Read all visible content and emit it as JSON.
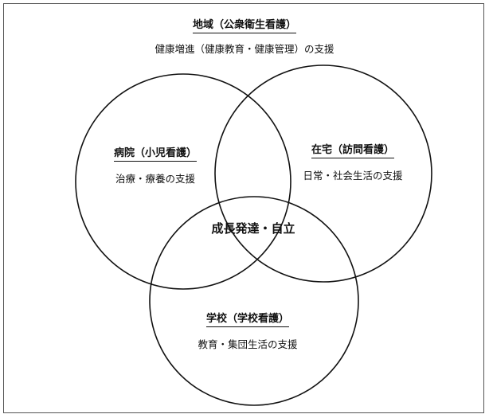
{
  "community": {
    "title": "地域（公衆衛生看護）",
    "description": "健康増進（健康教育・健康管理）の支援"
  },
  "hospital": {
    "title": "病院（小児看護）",
    "description": "治療・療養の支援"
  },
  "home": {
    "title": "在宅（訪問看護）",
    "description": "日常・社会生活の支援"
  },
  "school": {
    "title": "学校（学校看護）",
    "description": "教育・集団生活の支援"
  },
  "center": {
    "label": "成長発達・自立"
  },
  "colors": {
    "line": "#111111",
    "border": "#555555",
    "background": "#ffffff"
  }
}
